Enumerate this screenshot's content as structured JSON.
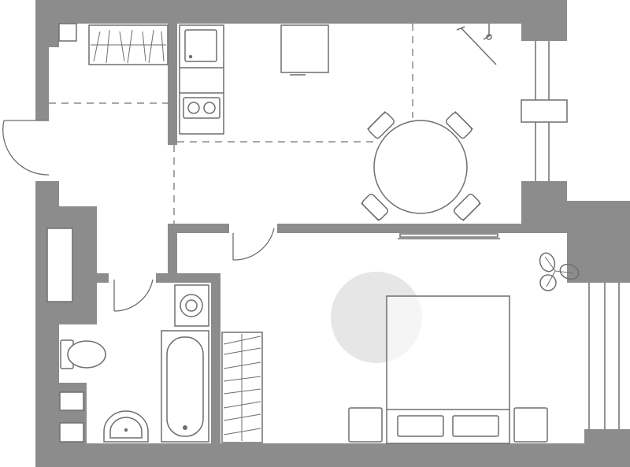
{
  "plan": {
    "type": "apartment-floor-plan",
    "wall_color": "#8c8c8c",
    "line_color": "#6e6e6e",
    "lamp_color": "#e6e6e6",
    "rooms": [
      "entrance-hall",
      "kitchen-dining",
      "bedroom",
      "bathroom"
    ]
  }
}
